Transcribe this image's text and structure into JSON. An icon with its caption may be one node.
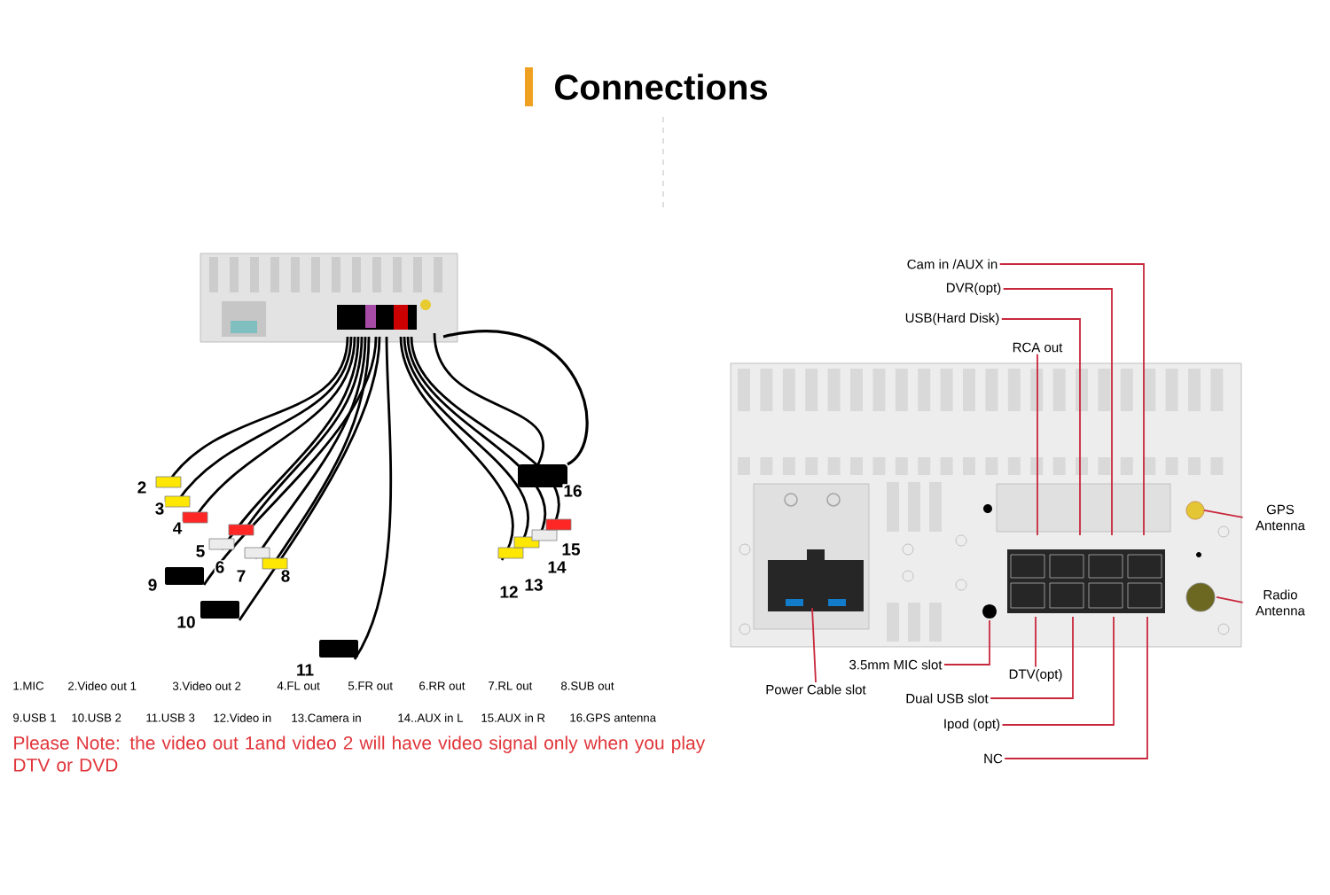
{
  "diagram": {
    "title": "Connections",
    "nodes": [
      {
        "text": [
          "Cam in /AUX in"
        ]
      },
      {
        "text": [
          "DVR(opt)"
        ]
      },
      {
        "text": [
          "USB(Hard Disk)"
        ]
      },
      {
        "text": [
          "RCA out"
        ]
      },
      {
        "text": [
          "GPS Antenna"
        ]
      },
      {
        "text": [
          "Radio Antenna"
        ]
      },
      {
        "text": [
          "3.5mm MIC slot"
        ]
      },
      {
        "text": [
          "Power Cable slot"
        ]
      },
      {
        "text": [
          "DTV(opt)"
        ]
      },
      {
        "text": [
          "Dual USB slot"
        ]
      },
      {
        "text": [
          "Ipod (opt)"
        ]
      },
      {
        "text": [
          "NC"
        ]
      }
    ],
    "edges": [
      {
        "from": 0,
        "to": null,
        "arrow": "none"
      },
      {
        "from": 1,
        "to": null,
        "arrow": "none"
      },
      {
        "from": 2,
        "to": null,
        "arrow": "none"
      },
      {
        "from": 3,
        "to": null,
        "arrow": "none"
      },
      {
        "from": 4,
        "to": null,
        "arrow": "none"
      },
      {
        "from": 5,
        "to": null,
        "arrow": "none"
      },
      {
        "from": 6,
        "to": null,
        "arrow": "none"
      },
      {
        "from": 7,
        "to": null,
        "arrow": "none"
      },
      {
        "from": 8,
        "to": null,
        "arrow": "none"
      },
      {
        "from": 9,
        "to": null,
        "arrow": "none"
      },
      {
        "from": 10,
        "to": null,
        "arrow": "none"
      },
      {
        "from": 11,
        "to": null,
        "arrow": "none"
      }
    ],
    "labels": [
      "2",
      "3",
      "4",
      "5",
      "6",
      "7",
      "8",
      "9",
      "10",
      "11",
      "12",
      "13",
      "14",
      "15",
      "16",
      "1.MIC",
      "2.Video out 1",
      "3.Video out 2",
      "4.FL out",
      "5.FR out",
      "6.RR out",
      "7.RL out",
      "8.SUB out",
      "9.USB 1",
      "10.USB 2",
      "11.USB 3",
      "12.Video in",
      "13.Camera in",
      "14..AUX in L",
      "15.AUX in R",
      "16.GPS antenna",
      "Please Note: the video out 1and video 2 will have video signal only when you play DTV or DVD"
    ]
  }
}
